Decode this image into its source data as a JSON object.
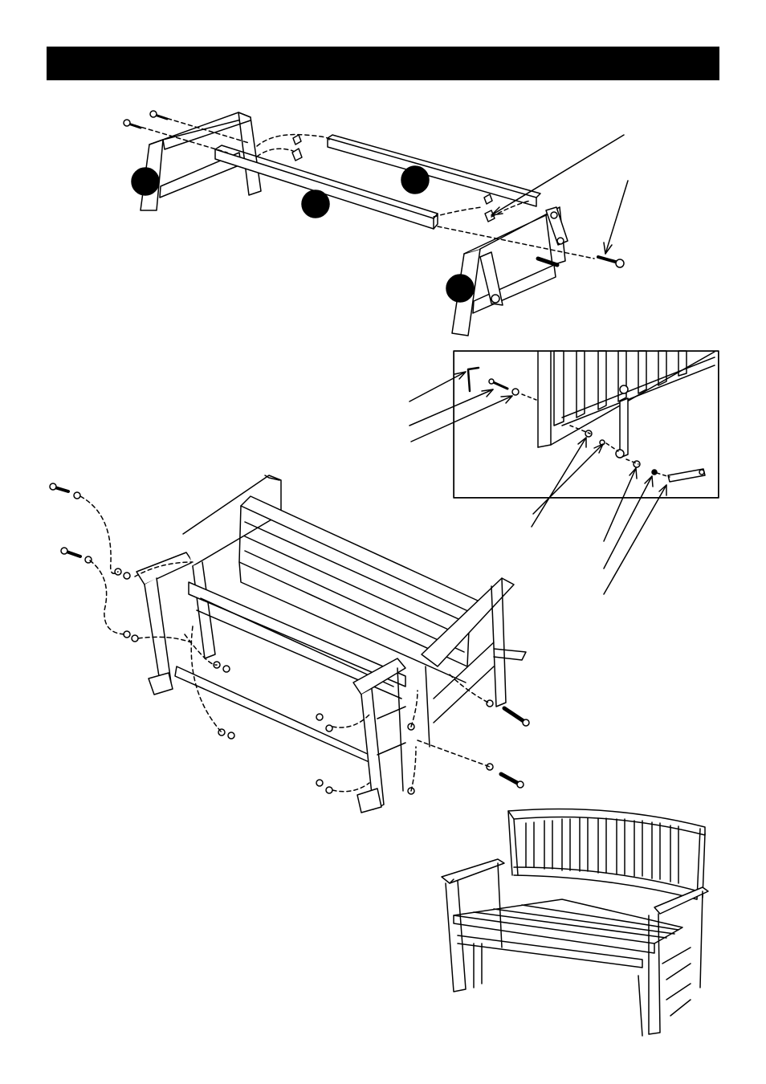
{
  "header": {
    "bar_color": "#000000"
  },
  "step_markers": [
    "marker-1",
    "marker-2",
    "marker-3",
    "marker-4"
  ],
  "colors": {
    "ink": "#000000",
    "paper": "#ffffff"
  }
}
